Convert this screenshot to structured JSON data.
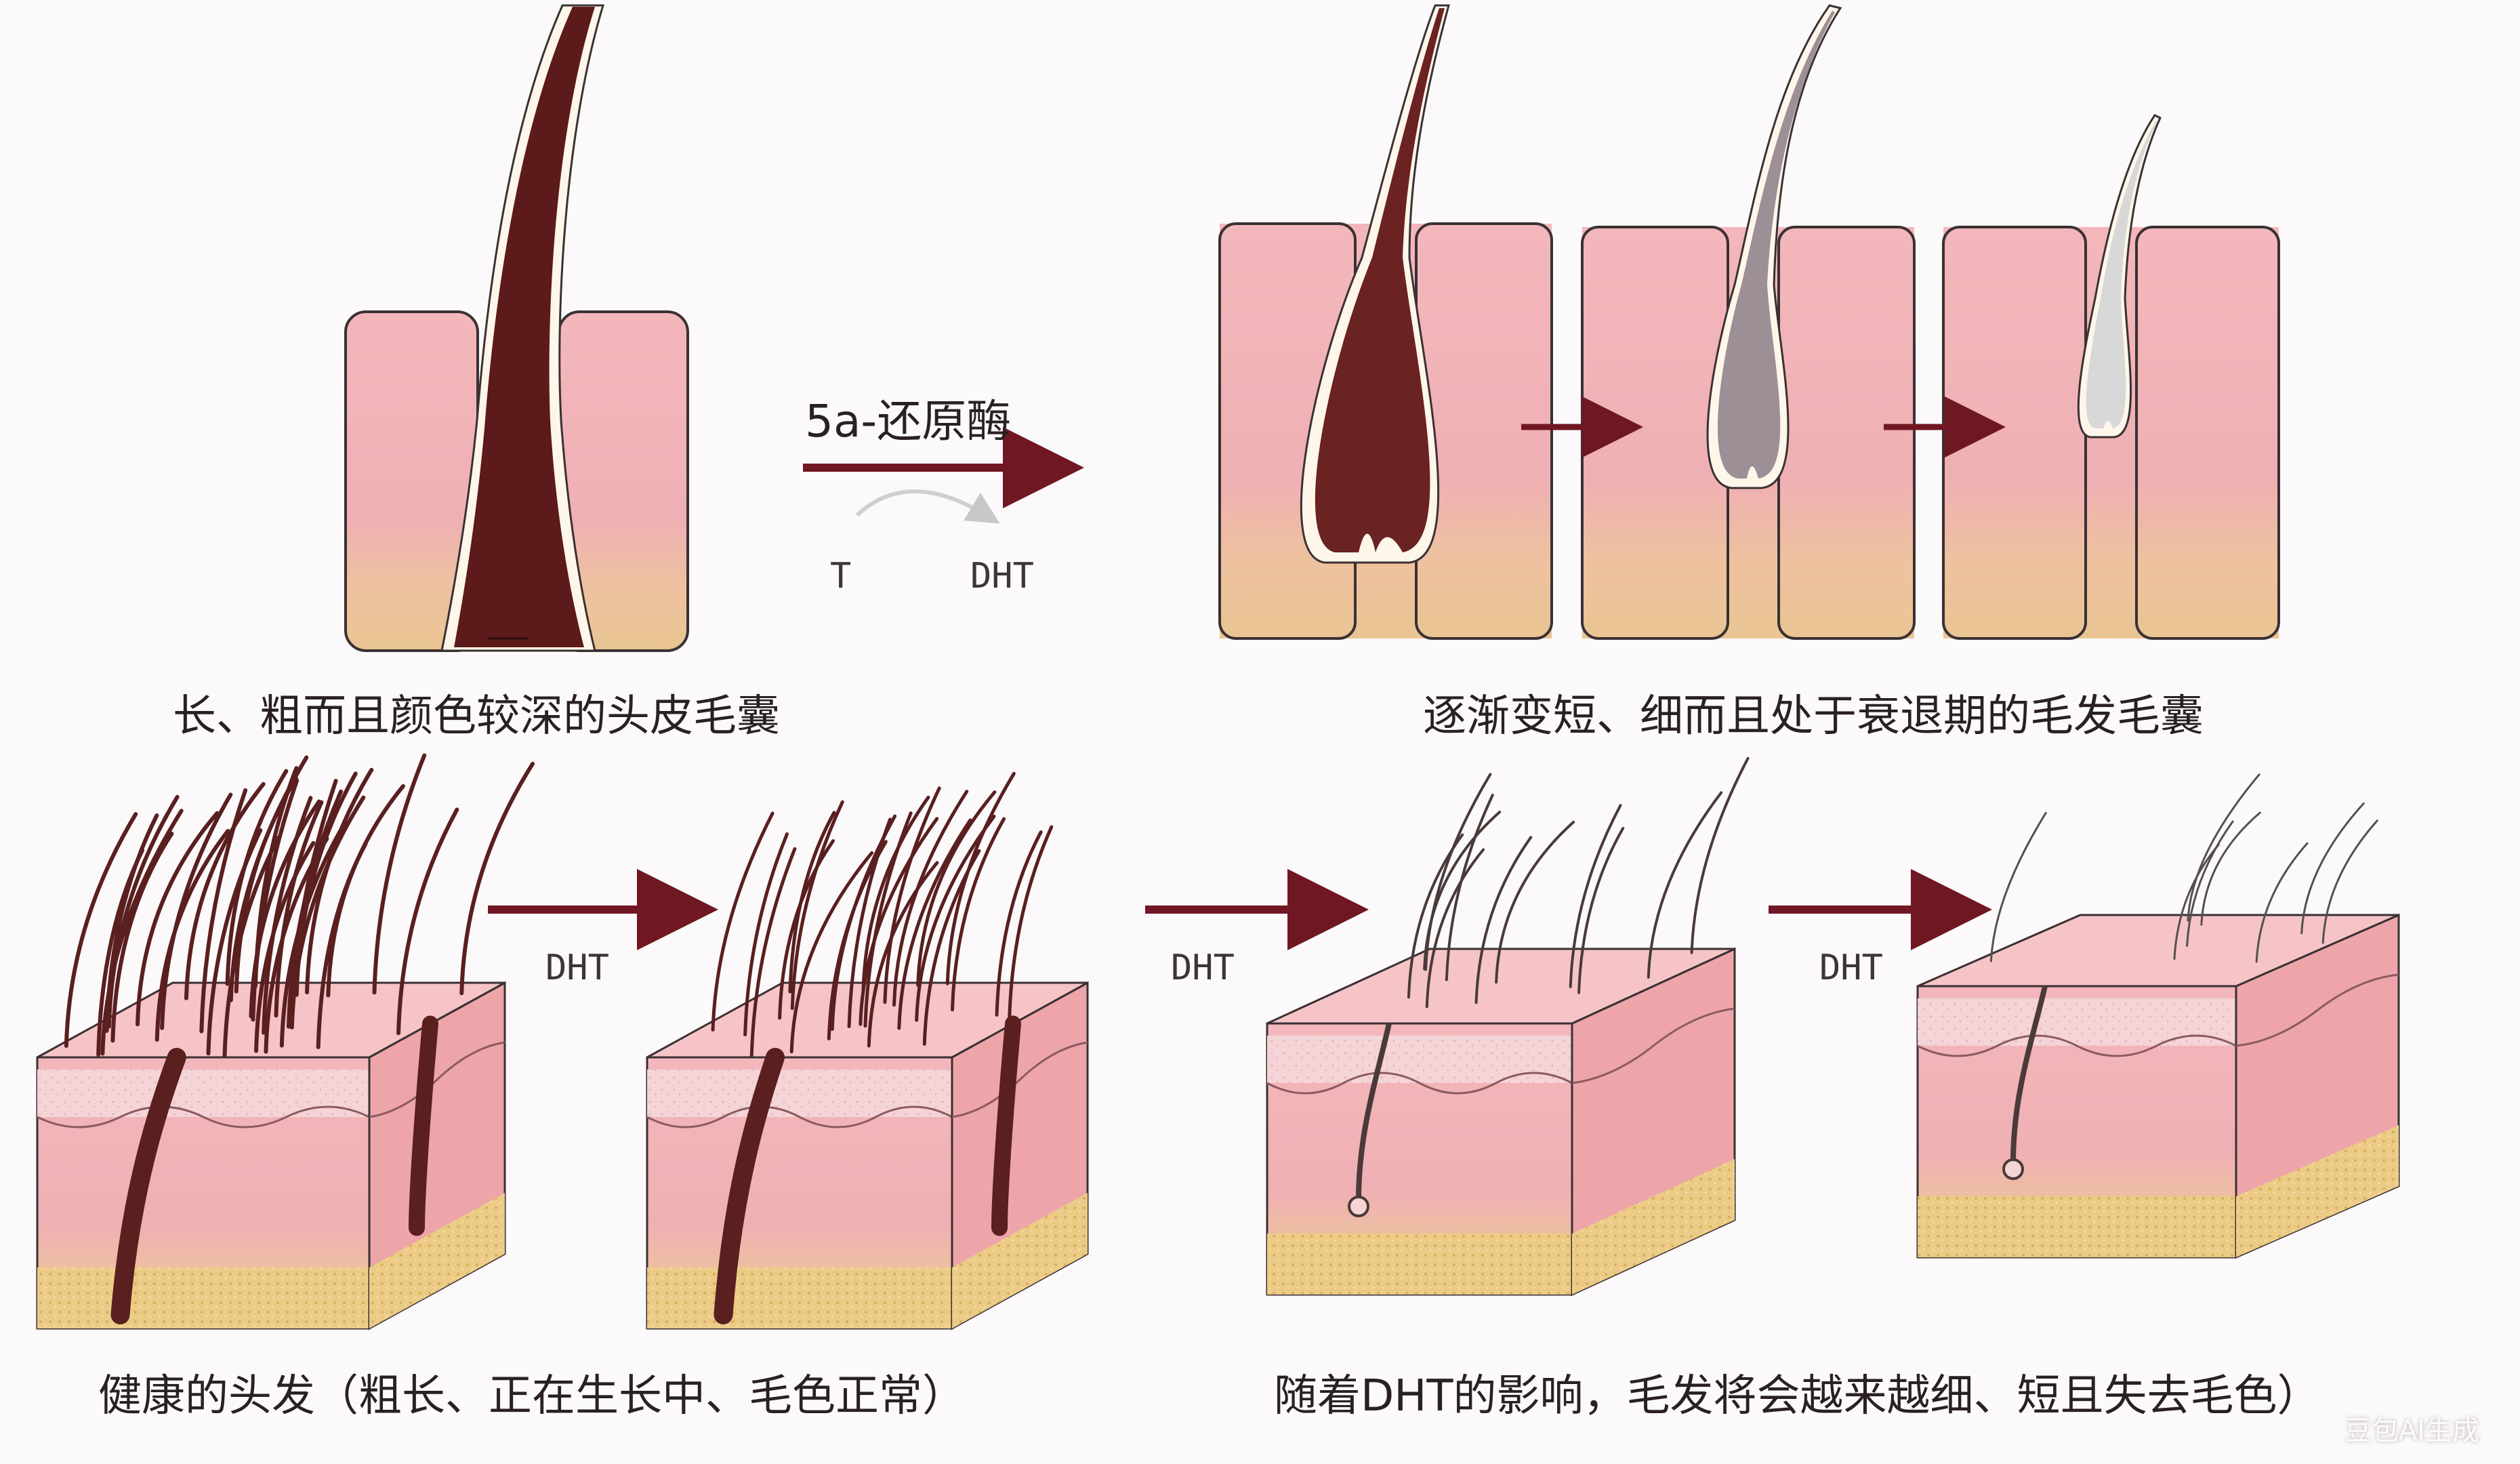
{
  "top_row": {
    "healthy_follicle_caption": "长、粗而且颜色较深的头皮毛囊",
    "enzyme_label": "5a-还原酶",
    "conversion_from": "T",
    "conversion_to": "DHT",
    "miniaturizing_caption": "逐渐变短、细而且处于衰退期的毛发毛囊"
  },
  "bottom_row": {
    "arrow_labels": [
      "DHT",
      "DHT",
      "DHT"
    ],
    "healthy_hair_caption": "健康的头发（粗长、正在生长中、毛色正常）",
    "thinning_caption": "随着DHT的影响，毛发将会越来越细、短且失去毛色）"
  },
  "watermark": "豆包AI生成",
  "colors": {
    "skin": "#f2b3b8",
    "skin_deep": "#eaa6aa",
    "fat": "#e9c780",
    "hair_dark": "#5c1e1e",
    "arrow": "#6f1722",
    "follicle_outline": "#fff5e8"
  }
}
